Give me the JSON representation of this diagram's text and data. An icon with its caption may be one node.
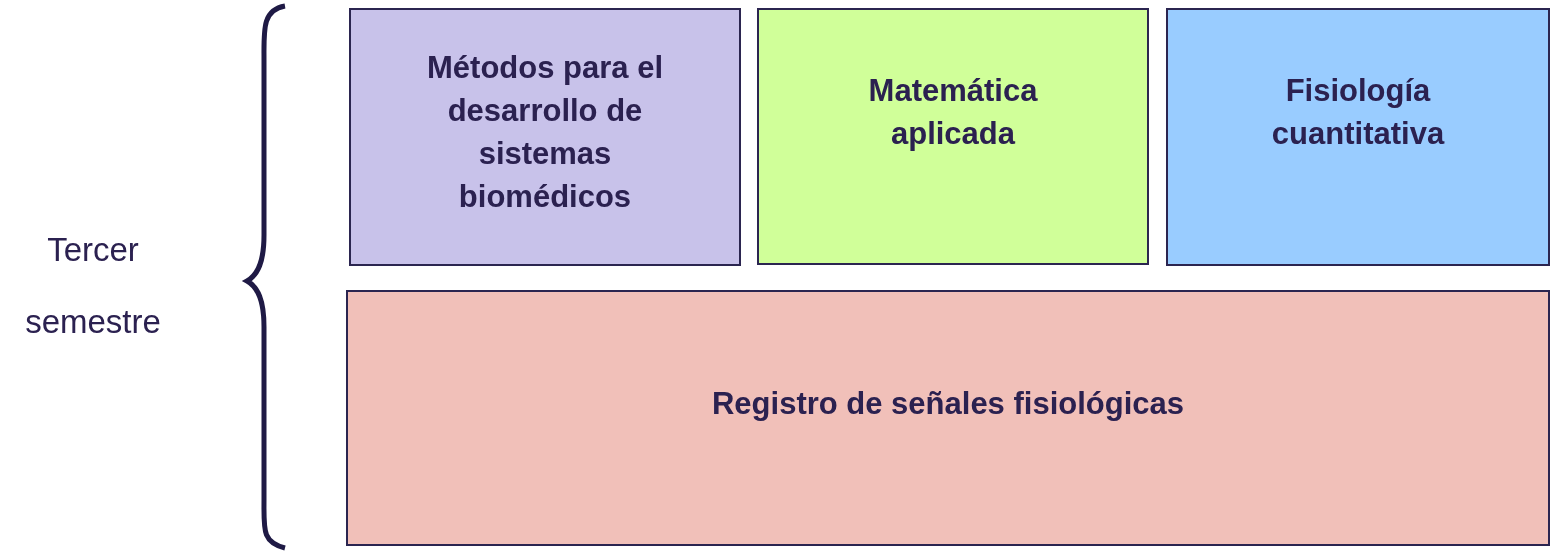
{
  "diagram": {
    "nodes": [
      {
        "text": [
          "Métodos para el desarrollo de sistemas biomédicos"
        ]
      },
      {
        "text": [
          "Matemática aplicada"
        ]
      },
      {
        "text": [
          "Fisiología cuantitativa"
        ]
      },
      {
        "text": [
          "Registro de señales fisiológicas"
        ]
      }
    ],
    "labels": [
      "Tercer semestre"
    ]
  }
}
